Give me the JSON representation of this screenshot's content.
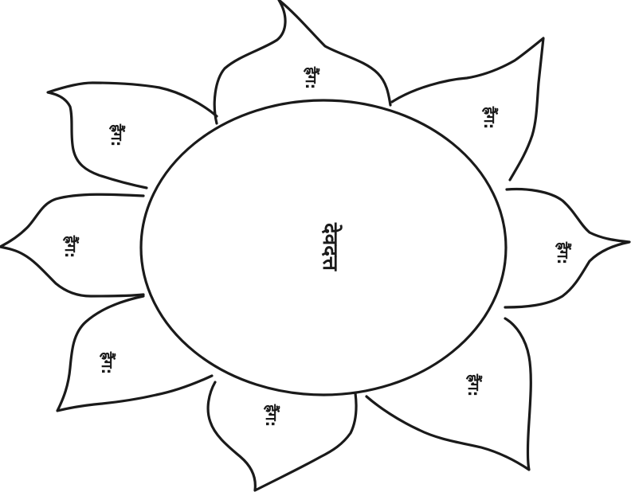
{
  "diagram": {
    "center_label": "देवदत्त",
    "petals": [
      {
        "id": "top",
        "label": "ह्रैंग:"
      },
      {
        "id": "upper-right",
        "label": "ह्रैंग:"
      },
      {
        "id": "right",
        "label": "ह्रैंग:"
      },
      {
        "id": "lower-right",
        "label": "ह्रैंग:"
      },
      {
        "id": "bottom",
        "label": "ह्रैंग:"
      },
      {
        "id": "lower-left",
        "label": "ह्रैंग:"
      },
      {
        "id": "left",
        "label": "ह्रैंग:"
      },
      {
        "id": "upper-left",
        "label": "ह्रैंग:"
      }
    ],
    "colors": {
      "ink": "#1a1a1a",
      "paper": "#ffffff"
    }
  }
}
